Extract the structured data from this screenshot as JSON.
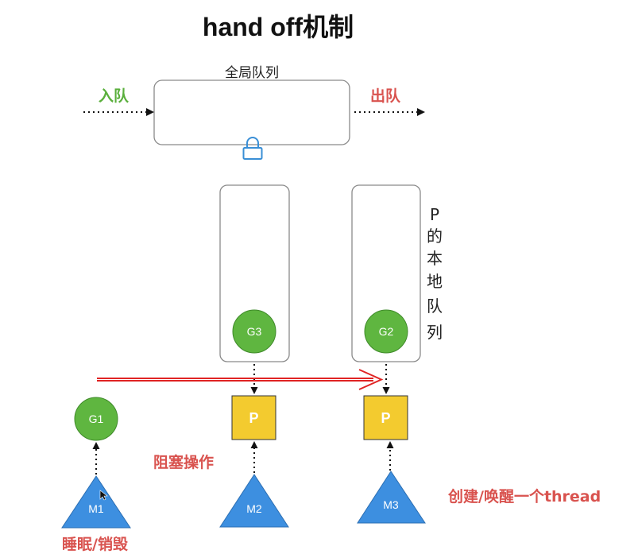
{
  "title": "hand off机制",
  "global_queue": {
    "label": "全局队列"
  },
  "enqueue_label": "入队",
  "dequeue_label": "出队",
  "local_queue_label": [
    "P",
    "的",
    "本",
    "地",
    "队",
    "列"
  ],
  "goroutines": {
    "g1": "G1",
    "g2": "G2",
    "g3": "G3"
  },
  "processors": {
    "p_left": "P",
    "p_right": "P"
  },
  "machines": {
    "m1": "M1",
    "m2": "M2",
    "m3": "M3"
  },
  "annotations": {
    "blocking": "阻塞操作",
    "sleep_destroy": "睡眠/销毁",
    "create_wake": "创建/唤醒一个thread"
  },
  "colors": {
    "green_enqueue": "#5aaf3c",
    "red_accent": "#d9534f",
    "goroutine_fill": "#5fb640",
    "processor_fill": "#f3cb2f",
    "machine_fill": "#3d8fe0",
    "lock_color": "#3a8fd6",
    "handoff_arrow": "#e02424"
  }
}
